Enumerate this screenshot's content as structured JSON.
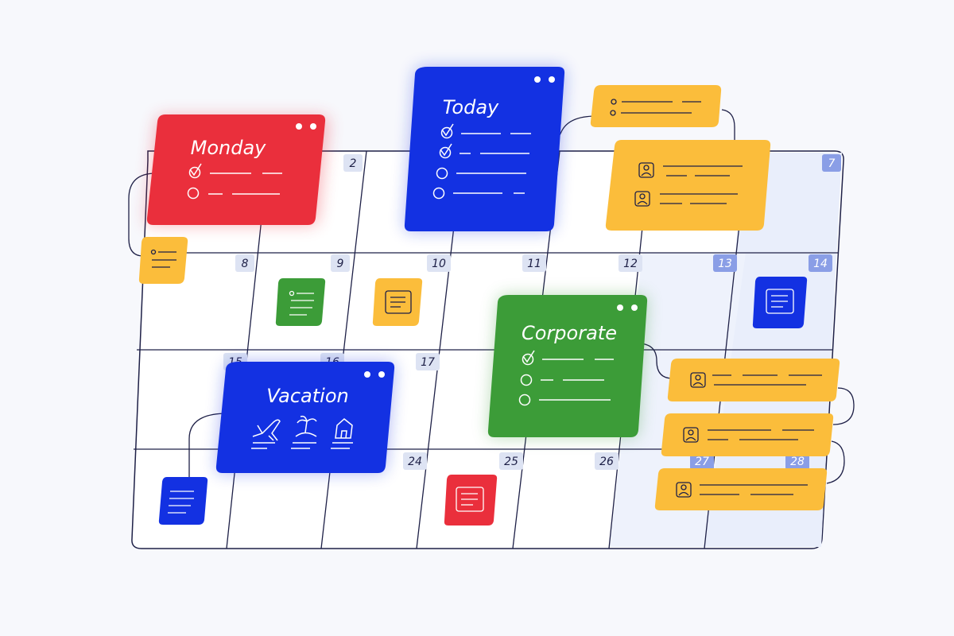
{
  "cards": {
    "monday": {
      "title": "Monday"
    },
    "today": {
      "title": "Today"
    },
    "corporate": {
      "title": "Corporate"
    },
    "vacation": {
      "title": "Vacation"
    }
  },
  "calendar": {
    "days": [
      "2",
      "7",
      "8",
      "9",
      "10",
      "11",
      "12",
      "13",
      "14",
      "15",
      "16",
      "17",
      "24",
      "25",
      "26",
      "27",
      "28"
    ]
  },
  "colors": {
    "grid_line": "#1e2047",
    "red": "#ea2f3c",
    "blue": "#1331e2",
    "green": "#3c9c38",
    "yellow": "#fbbd3b",
    "highlight_column": "#e9eefb",
    "badge": "#dde3f3",
    "badge_highlight": "#8a9ee6"
  },
  "icons": [
    "check-icon",
    "radio-circle-icon",
    "dots-icon",
    "airplane-icon",
    "island-icon",
    "house-icon",
    "user-icon",
    "note-icon",
    "list-icon"
  ]
}
